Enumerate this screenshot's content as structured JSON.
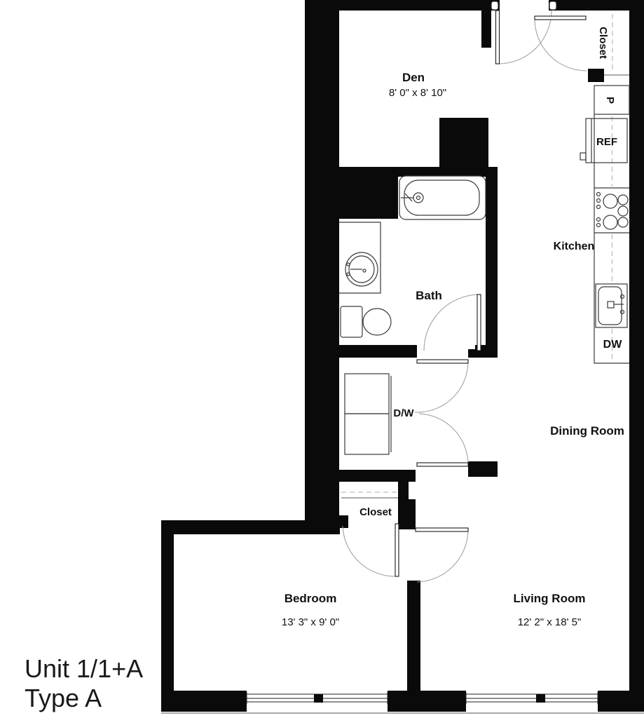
{
  "unit": {
    "line1": "Unit 1/1+A",
    "line2": "Type A"
  },
  "rooms": {
    "den": {
      "label": "Den",
      "dimensions": "8' 0\" x 8' 10\""
    },
    "bath": {
      "label": "Bath"
    },
    "kitchen": {
      "label": "Kitchen"
    },
    "dining": {
      "label": "Dining Room"
    },
    "bedroom": {
      "label": "Bedroom",
      "dimensions": "13' 3\" x 9' 0\""
    },
    "living": {
      "label": "Living Room",
      "dimensions": "12' 2\" x 18' 5\""
    },
    "entry_closet": {
      "label": "Closet"
    },
    "bedroom_closet": {
      "label": "Closet"
    }
  },
  "appliances": {
    "pantry": "P",
    "refrigerator": "REF",
    "dishwasher": "DW",
    "washer_dryer": "D/W"
  },
  "colors": {
    "wall": "#0a0a0a",
    "floor": "#ffffff",
    "fixture_line": "#3a3a3a",
    "door_arc": "#9a9a9a",
    "dashed_line": "#bdbdbd"
  }
}
